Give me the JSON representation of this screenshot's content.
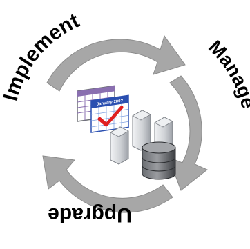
{
  "phases": [
    {
      "label": "Implement"
    },
    {
      "label": "Manage"
    },
    {
      "label": "Upgrade"
    }
  ],
  "calendar": {
    "month_label": "January 200?"
  },
  "colors": {
    "arrow": "#a7a7a7",
    "arrow_dark": "#8c8c8c",
    "text": "#000000",
    "calendar_header": "#2a4fb0",
    "checkmark": "#e02020",
    "server": "#d4d6da",
    "database": "#4a4d52"
  },
  "icons": {
    "calendar_back": "calendar-icon",
    "calendar_front": "calendar-check-icon",
    "servers": "server-icon",
    "database": "database-icon"
  }
}
